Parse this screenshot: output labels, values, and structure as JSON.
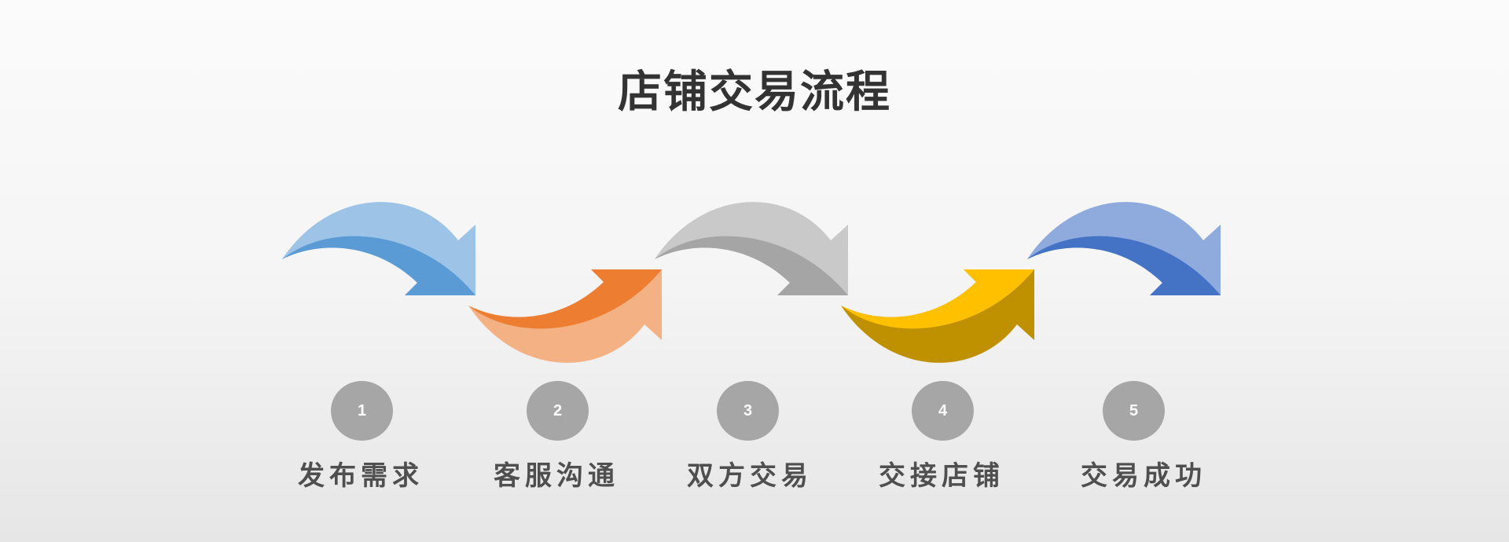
{
  "title": "店铺交易流程",
  "steps": [
    {
      "number": "1",
      "label": "发布需求",
      "light": "#9dc3e6",
      "dark": "#5b9bd5",
      "direction": "down"
    },
    {
      "number": "2",
      "label": "客服沟通",
      "light": "#f4b183",
      "dark": "#ed7d31",
      "direction": "up"
    },
    {
      "number": "3",
      "label": "双方交易",
      "light": "#c9c9c9",
      "dark": "#a5a5a5",
      "direction": "down"
    },
    {
      "number": "4",
      "label": "交接店铺",
      "light": "#bf9000",
      "dark": "#ffc000",
      "direction": "up"
    },
    {
      "number": "5",
      "label": "交易成功",
      "light": "#8faadc",
      "dark": "#4472c4",
      "direction": "down"
    }
  ]
}
